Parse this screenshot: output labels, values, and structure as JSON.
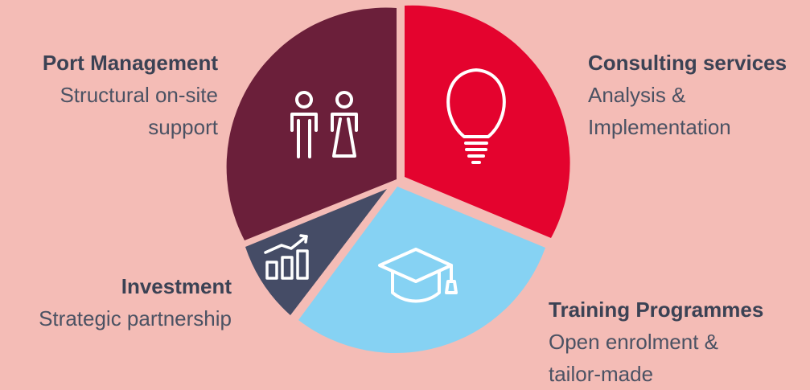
{
  "segments": [
    {
      "id": "consulting",
      "title": "Consulting services",
      "description": "Analysis & Implementation",
      "color": "#e4032e",
      "icon": "lightbulb-icon"
    },
    {
      "id": "training",
      "title": "Training Programmes",
      "description": "Open enrolment & tailor-made",
      "color": "#86d2f3",
      "icon": "graduation-cap-icon"
    },
    {
      "id": "investment",
      "title": "Investment",
      "description": "Strategic partnership",
      "color": "#454c66",
      "icon": "growth-chart-icon"
    },
    {
      "id": "port",
      "title": "Port Management",
      "description": "Structural on-site support",
      "color": "#6b1f3a",
      "icon": "people-icon"
    }
  ],
  "labels": {
    "port": {
      "title": "Port Management",
      "lines": [
        "Structural on-site",
        "support"
      ]
    },
    "consulting": {
      "title": "Consulting services",
      "lines": [
        "Analysis &",
        "Implementation"
      ]
    },
    "investment": {
      "title": "Investment",
      "lines": [
        "Strategic partnership"
      ]
    },
    "training": {
      "title": "Training Programmes",
      "lines": [
        "Open enrolment &",
        "tailor-made"
      ]
    }
  },
  "colors": {
    "background": "#f4bcb6",
    "text": "#3b4357",
    "icon": "#ffffff"
  }
}
